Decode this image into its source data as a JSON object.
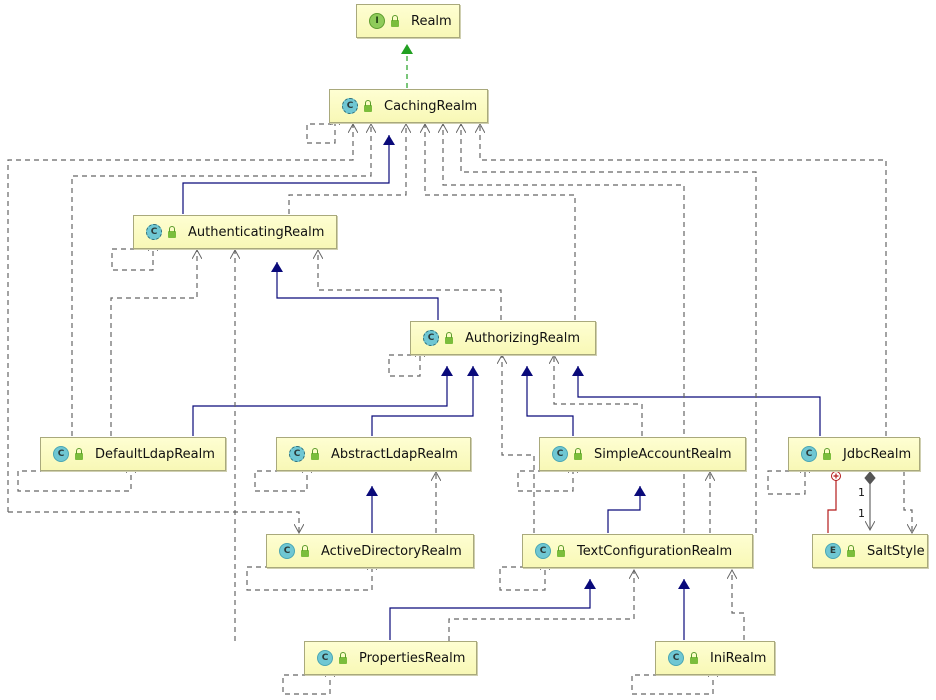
{
  "nodes": {
    "realm": {
      "label": "Realm",
      "kind": "I",
      "kind_label": "I"
    },
    "caching_realm": {
      "label": "CachingRealm",
      "kind": "abstract-class",
      "kind_label": "C"
    },
    "authenticating_realm": {
      "label": "AuthenticatingRealm",
      "kind": "abstract-class",
      "kind_label": "C"
    },
    "authorizing_realm": {
      "label": "AuthorizingRealm",
      "kind": "abstract-class",
      "kind_label": "C"
    },
    "default_ldap_realm": {
      "label": "DefaultLdapRealm",
      "kind": "class",
      "kind_label": "C"
    },
    "abstract_ldap_realm": {
      "label": "AbstractLdapRealm",
      "kind": "abstract-class",
      "kind_label": "C"
    },
    "simple_account_realm": {
      "label": "SimpleAccountRealm",
      "kind": "class",
      "kind_label": "C"
    },
    "jdbc_realm": {
      "label": "JdbcRealm",
      "kind": "class",
      "kind_label": "C"
    },
    "active_directory_realm": {
      "label": "ActiveDirectoryRealm",
      "kind": "class",
      "kind_label": "C"
    },
    "text_configuration_realm": {
      "label": "TextConfigurationRealm",
      "kind": "class",
      "kind_label": "C"
    },
    "salt_style": {
      "label": "SaltStyle",
      "kind": "enum",
      "kind_label": "E"
    },
    "properties_realm": {
      "label": "PropertiesRealm",
      "kind": "class",
      "kind_label": "C"
    },
    "ini_realm": {
      "label": "IniRealm",
      "kind": "class",
      "kind_label": "C"
    }
  },
  "multiplicities": {
    "source": "1",
    "target": "1"
  },
  "colors": {
    "inheritance": "#0a0a7a",
    "implements": "#22a022",
    "dependency": "#666666",
    "inner_class": "#b31b1b",
    "node_fill": "#fdfdc8"
  },
  "icons": {
    "class": "class-badge-icon",
    "interface": "interface-badge-icon",
    "enum": "enum-badge-icon",
    "visibility": "lock-icon"
  }
}
